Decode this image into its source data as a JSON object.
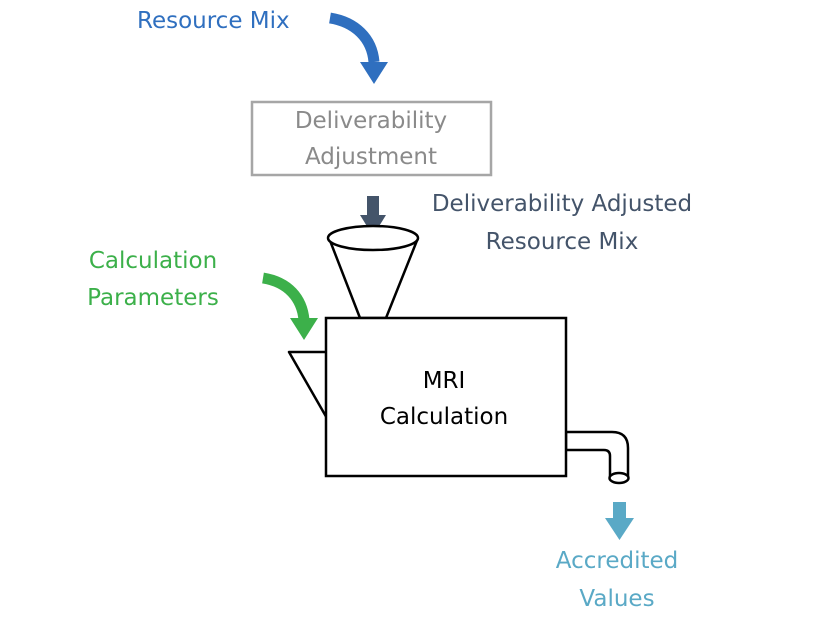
{
  "labels": {
    "resource_mix": "Resource Mix",
    "deliverability_box": [
      "Deliverability",
      "Adjustment"
    ],
    "adjusted_mix": [
      "Deliverability Adjusted",
      "Resource Mix"
    ],
    "calc_params": [
      "Calculation",
      "Parameters"
    ],
    "mri_box": [
      "MRI",
      "Calculation"
    ],
    "accredited": [
      "Accredited",
      "Values"
    ]
  },
  "colors": {
    "resource_mix": "#2f6fbf",
    "deliverability_box": "#8a8a8a",
    "adjusted_mix": "#44546a",
    "calc_params": "#3cb04a",
    "mri": "#000000",
    "accredited": "#5aa9c6"
  },
  "icons": {
    "arrow_1": "curved-arrow-down-icon",
    "arrow_2": "arrow-down-icon",
    "arrow_3": "curved-arrow-down-icon",
    "arrow_4": "arrow-down-icon",
    "funnel": "funnel-icon",
    "spout": "spout-icon",
    "pipe": "outlet-pipe-icon"
  }
}
